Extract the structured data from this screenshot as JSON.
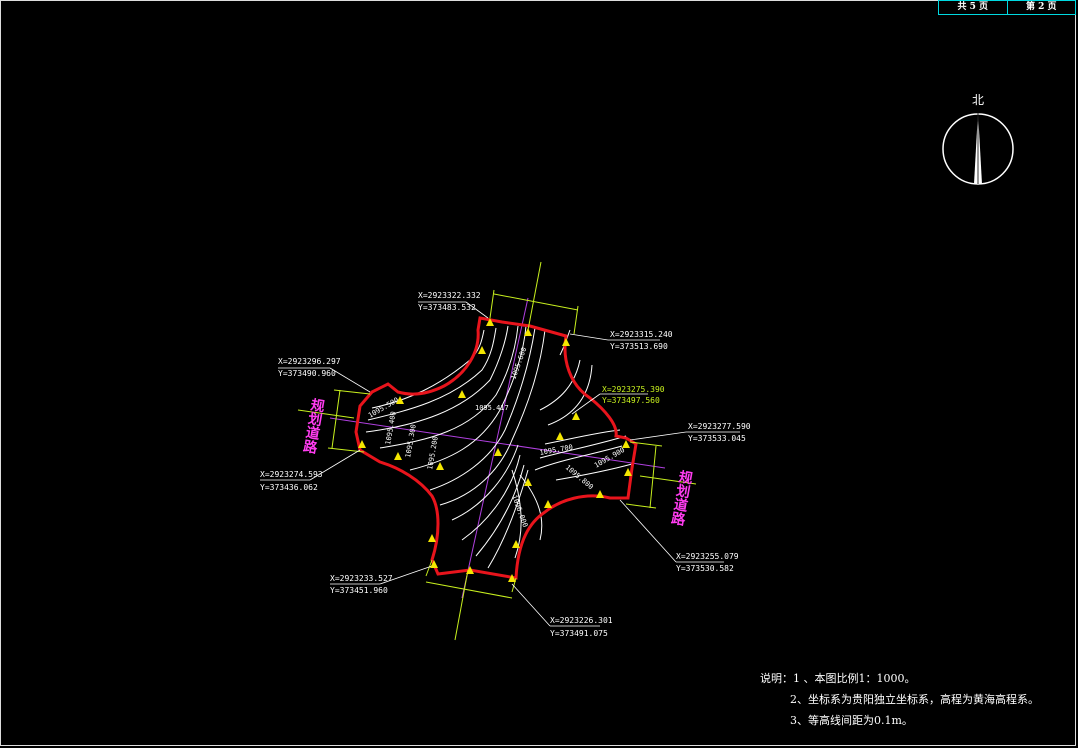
{
  "page_info": {
    "total": "共 5 页",
    "current": "第 2 页"
  },
  "north_label": "北",
  "notes": {
    "prefix": "说明：",
    "lines": [
      "1 、本图比例1：1000。",
      "2、坐标系为贵阳独立坐标系，高程为黄海高程系。",
      "3、等高线间距为0.1m。"
    ]
  },
  "road_labels": {
    "west": "规划道路",
    "east": "规划道路"
  },
  "coordinates": [
    {
      "x": "X=2923322.332",
      "y": "Y=373483.532"
    },
    {
      "x": "X=2923315.240",
      "y": "Y=373513.690"
    },
    {
      "x": "X=2923296.297",
      "y": "Y=373490.960"
    },
    {
      "x": "X=2923275.390",
      "y": "Y=373497.560"
    },
    {
      "x": "X=2923277.590",
      "y": "Y=373533.045"
    },
    {
      "x": "X=2923274.593",
      "y": "Y=373436.062"
    },
    {
      "x": "X=2923255.079",
      "y": "Y=373530.582"
    },
    {
      "x": "X=2923233.527",
      "y": "Y=373451.960"
    },
    {
      "x": "X=2923226.301",
      "y": "Y=373491.075"
    }
  ],
  "contours": [
    "1095.500",
    "1095.400",
    "1095.300",
    "1095.200",
    "1095.600",
    "1095.700",
    "1095.800",
    "1095.900",
    "1096.000"
  ],
  "center_elev": "1095.417",
  "colors": {
    "boundary": "#e8141c",
    "road_label": "#ff3cf0",
    "dim": "#c8f01e",
    "axis": "#b040e0",
    "coord_green": "#c8f01e"
  }
}
